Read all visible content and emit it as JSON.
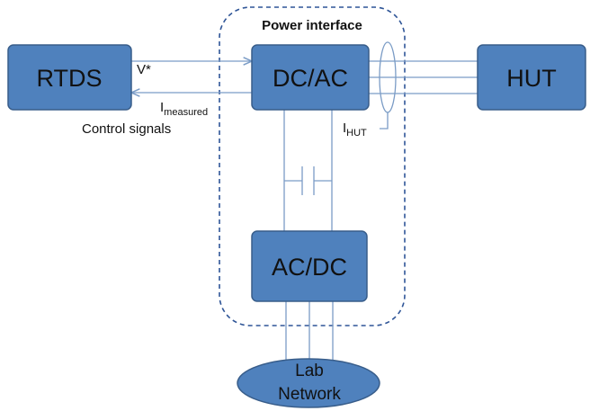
{
  "title": "Power interface",
  "blocks": {
    "rtds": "RTDS",
    "dcac": "DC/AC",
    "acdc": "AC/DC",
    "hut": "HUT",
    "lab_line1": "Lab",
    "lab_line2": "Network"
  },
  "signals": {
    "v_star": "V*",
    "i_measured_main": "I",
    "i_measured_sub": "measured",
    "control_signals": "Control signals",
    "i_hut_main": "I",
    "i_hut_sub": "HUT"
  },
  "colors": {
    "block_fill": "#4f81bd",
    "block_stroke": "#385d8a",
    "line": "#7b9cc6",
    "dashed_border": "#2f5597"
  }
}
